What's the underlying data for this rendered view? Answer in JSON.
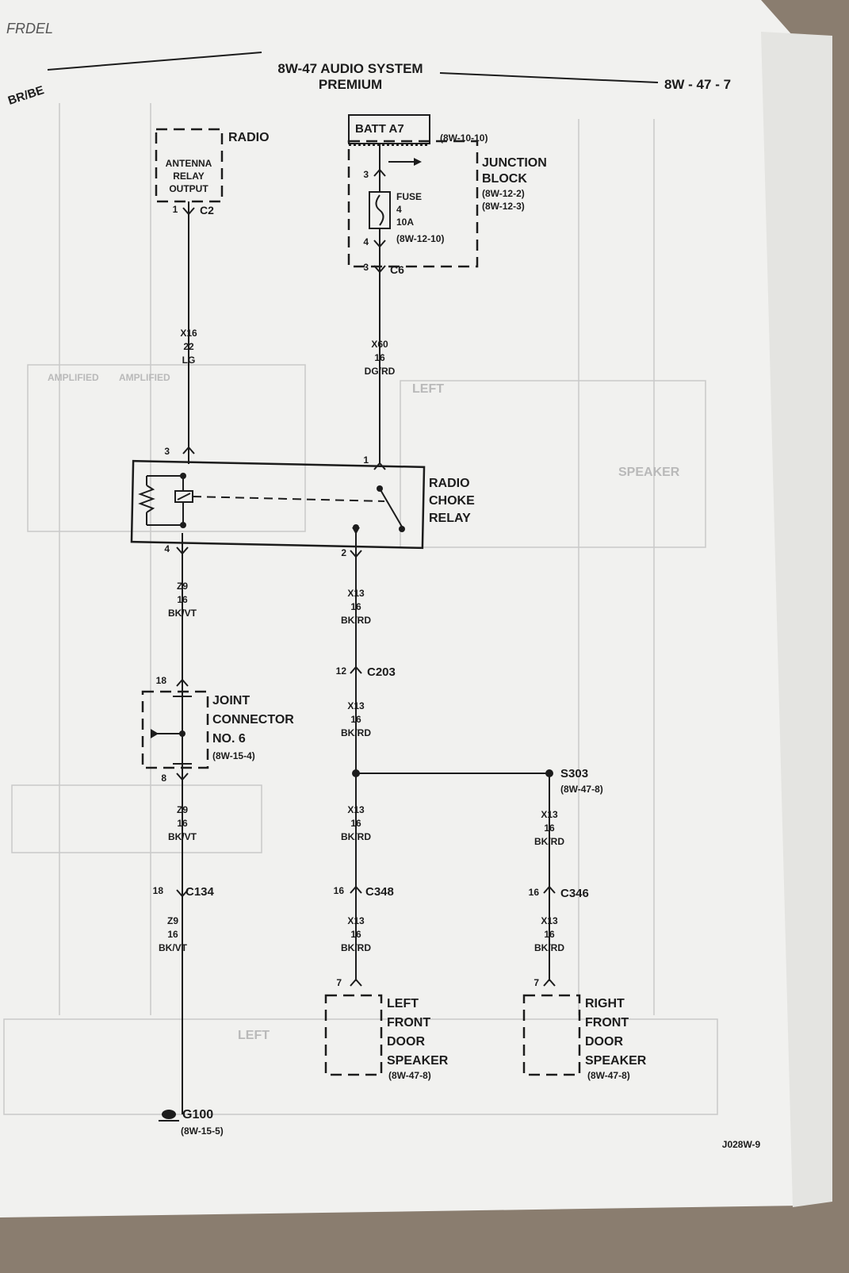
{
  "page": {
    "handwriting": "FRDEL",
    "model_code": "BR/BE",
    "title_line1": "8W-47 AUDIO SYSTEM",
    "title_line2": "PREMIUM",
    "page_number": "8W - 47 - 7",
    "figure_id": "J028W-9"
  },
  "colors": {
    "paper": "#f3f3f1",
    "ink": "#1c1c1c",
    "ghost": "#b9b9b9",
    "carpet": "#8a7d6f"
  },
  "radio": {
    "title": "RADIO",
    "output_line1": "ANTENNA",
    "output_line2": "RELAY",
    "output_line3": "OUTPUT",
    "pin": "1",
    "connector": "C2"
  },
  "batt": {
    "label": "BATT A7",
    "ref": "(8W-10-10)"
  },
  "junction": {
    "title_line1": "JUNCTION",
    "title_line2": "BLOCK",
    "ref1": "(8W-12-2)",
    "ref2": "(8W-12-3)",
    "pin_in": "3",
    "pin_out": "4",
    "out_pin": "3",
    "out_connector": "C6"
  },
  "fuse": {
    "label": "FUSE",
    "number": "4",
    "rating": "10A",
    "ref": "(8W-12-10)"
  },
  "wire_x16": {
    "circuit": "X16",
    "gauge": "22",
    "color": "LG"
  },
  "wire_x60": {
    "circuit": "X60",
    "gauge": "16",
    "color": "DG/RD"
  },
  "relay": {
    "title_line1": "RADIO",
    "title_line2": "CHOKE",
    "title_line3": "RELAY",
    "pin3": "3",
    "pin1": "1",
    "pin4": "4",
    "pin2": "2"
  },
  "wire_z9_a": {
    "circuit": "Z9",
    "gauge": "16",
    "color": "BK/VT"
  },
  "wire_x13_a": {
    "circuit": "X13",
    "gauge": "16",
    "color": "BK/RD"
  },
  "c203": {
    "pin": "12",
    "name": "C203"
  },
  "wire_x13_b": {
    "circuit": "X13",
    "gauge": "16",
    "color": "BK/RD"
  },
  "joint": {
    "pin_in": "18",
    "title_line1": "JOINT",
    "title_line2": "CONNECTOR",
    "title_line3": "NO. 6",
    "ref": "(8W-15-4)",
    "pin_out": "8"
  },
  "splice": {
    "name": "S303",
    "ref": "(8W-47-8)"
  },
  "wire_z9_b": {
    "circuit": "Z9",
    "gauge": "16",
    "color": "BK/VT"
  },
  "wire_x13_c": {
    "circuit": "X13",
    "gauge": "16",
    "color": "BK/RD"
  },
  "wire_x13_d": {
    "circuit": "X13",
    "gauge": "16",
    "color": "BK/RD"
  },
  "c134": {
    "pin": "18",
    "name": "C134"
  },
  "c348": {
    "pin": "16",
    "name": "C348"
  },
  "c346": {
    "pin": "16",
    "name": "C346"
  },
  "wire_z9_c": {
    "circuit": "Z9",
    "gauge": "16",
    "color": "BK/VT"
  },
  "wire_x13_e": {
    "circuit": "X13",
    "gauge": "16",
    "color": "BK/RD"
  },
  "wire_x13_f": {
    "circuit": "X13",
    "gauge": "16",
    "color": "BK/RD"
  },
  "ground": {
    "name": "G100",
    "ref": "(8W-15-5)"
  },
  "lf_speaker": {
    "pin": "7",
    "line1": "LEFT",
    "line2": "FRONT",
    "line3": "DOOR",
    "line4": "SPEAKER",
    "ref": "(8W-47-8)"
  },
  "rf_speaker": {
    "pin": "7",
    "line1": "RIGHT",
    "line2": "FRONT",
    "line3": "DOOR",
    "line4": "SPEAKER",
    "ref": "(8W-47-8)"
  }
}
